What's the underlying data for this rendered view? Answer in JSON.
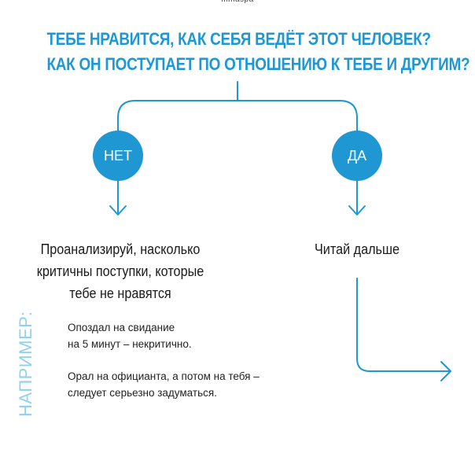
{
  "brand": "mmaspa",
  "question": {
    "line1": "Тебе нравится, как себя ведёт этот человек?",
    "line2": "Как он поступает по отношению к тебе и другим?"
  },
  "branches": {
    "no": {
      "label": "НЕТ",
      "result_lines": [
        "Проанализируй, насколько",
        "критичны поступки, которые",
        "тебе не нравятся"
      ]
    },
    "yes": {
      "label": "ДА",
      "result": "Читай дальше"
    }
  },
  "example": {
    "label": "НАПРИМЕР:",
    "items": [
      {
        "line1": "Опоздал на свидание",
        "line2": "на 5 минут – некритично."
      },
      {
        "line1": "Орал на официанта, а потом на тебя –",
        "line2": "следует серьезно задуматься."
      }
    ]
  },
  "colors": {
    "accent": "#1f97d2",
    "example_label": "#8fd0ef",
    "text": "#1a1a1a"
  }
}
